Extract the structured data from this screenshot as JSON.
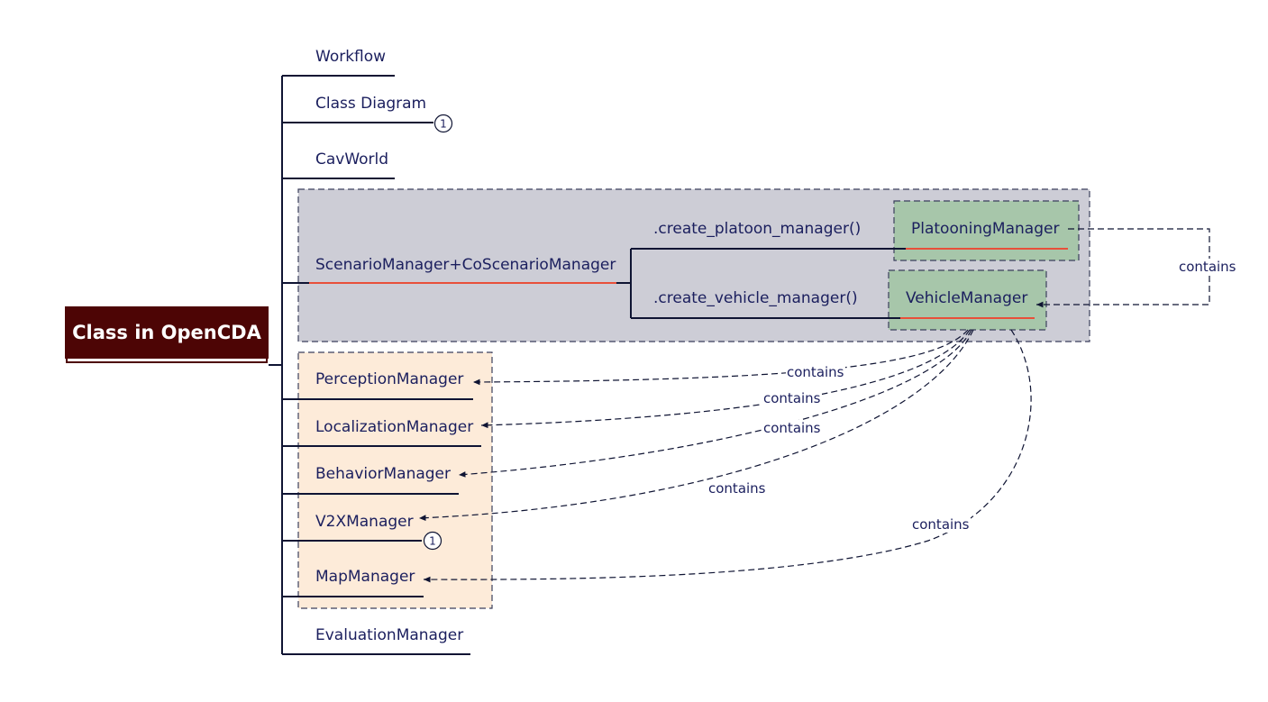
{
  "root": {
    "label": "Class in OpenCDA"
  },
  "branches": {
    "workflow": "Workflow",
    "class_diagram": "Class Diagram",
    "class_diagram_badge": "1",
    "cavworld": "CavWorld",
    "scenario_manager": "ScenarioManager+CoScenarioManager",
    "perception_manager": "PerceptionManager",
    "localization_manager": "LocalizationManager",
    "behavior_manager": "BehaviorManager",
    "v2x_manager": "V2XManager",
    "v2x_badge": "1",
    "map_manager": "MapManager",
    "evaluation_manager": "EvaluationManager"
  },
  "methods": {
    "create_platoon": ".create_platoon_manager()",
    "create_vehicle": ".create_vehicle_manager()"
  },
  "targets": {
    "platooning_manager": "PlatooningManager",
    "vehicle_manager": "VehicleManager"
  },
  "relations": {
    "platoon_contains_vehicle": "contains",
    "vehicle_contains_perception": "contains",
    "vehicle_contains_localization": "contains",
    "vehicle_contains_behavior": "contains",
    "vehicle_contains_v2x": "contains",
    "vehicle_contains_map": "contains"
  },
  "colors": {
    "root_fill": "#4d0505",
    "text": "#1b1f5e",
    "line": "#0f1433",
    "underline_accent": "#e8503a",
    "scenario_group_fill": "#cdcdd6",
    "sub_manager_group_fill": "#fdebd9",
    "target_fill": "#a7c6aa"
  }
}
